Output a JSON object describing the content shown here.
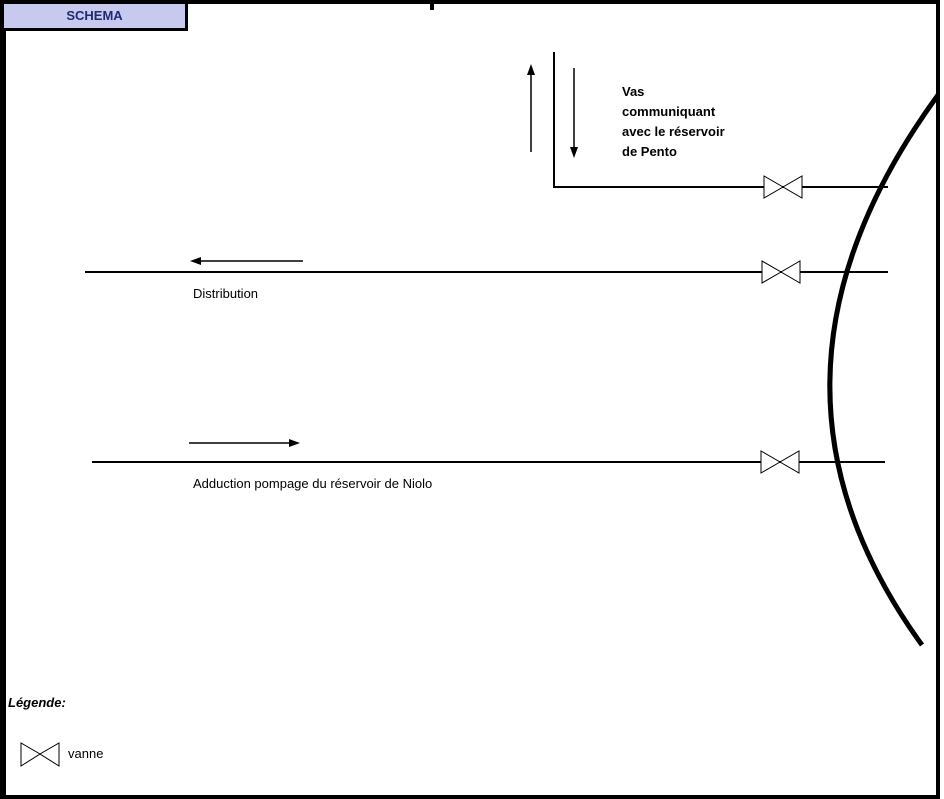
{
  "tab": {
    "label": "SCHEMA"
  },
  "labels": {
    "pento_line1": "Vas",
    "pento_line2": "communiquant",
    "pento_line3": "avec le réservoir",
    "pento_line4": "de Pento",
    "distribution": "Distribution",
    "adduction": "Adduction pompage du réservoir de Niolo"
  },
  "legend": {
    "title": "Légende:",
    "valve_label": "vanne",
    "valve_icon": "valve-icon"
  }
}
